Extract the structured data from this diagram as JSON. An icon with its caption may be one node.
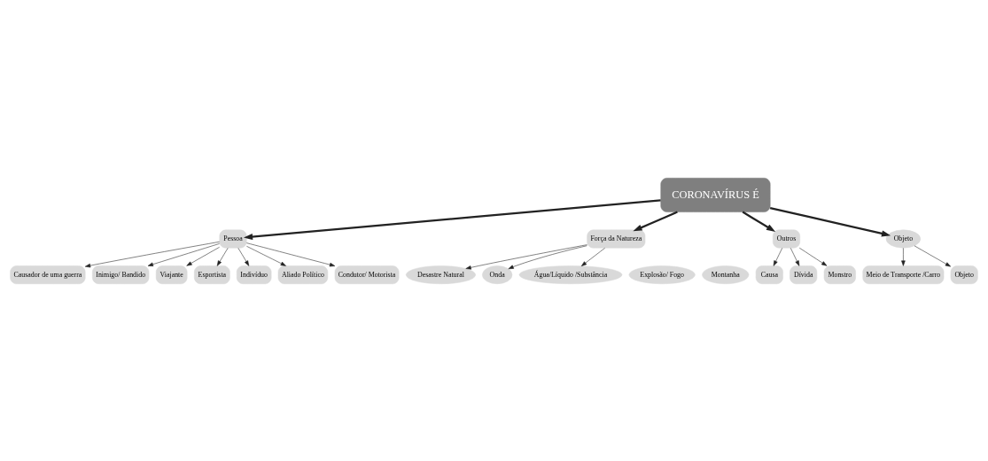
{
  "diagram": {
    "nodes": [
      {
        "text": [
          "CORONAVÍRUS É"
        ]
      },
      {
        "text": [
          "Pessoa"
        ]
      },
      {
        "text": [
          "Força da Natureza"
        ]
      },
      {
        "text": [
          "Outros"
        ]
      },
      {
        "text": [
          "Objeto"
        ]
      },
      {
        "text": [
          "Causador de uma guerra"
        ]
      },
      {
        "text": [
          "Inimigo/ Bandido"
        ]
      },
      {
        "text": [
          "Viajante"
        ]
      },
      {
        "text": [
          "Esportista"
        ]
      },
      {
        "text": [
          "Indivíduo"
        ]
      },
      {
        "text": [
          "Aliado Político"
        ]
      },
      {
        "text": [
          "Condutor/ Motorista"
        ]
      },
      {
        "text": [
          "Desastre Natural"
        ]
      },
      {
        "text": [
          "Onda"
        ]
      },
      {
        "text": [
          "Água/Líquido /Substância"
        ]
      },
      {
        "text": [
          "Explosão/ Fogo"
        ]
      },
      {
        "text": [
          "Montanha"
        ]
      },
      {
        "text": [
          "Causa"
        ]
      },
      {
        "text": [
          "Dívida"
        ]
      },
      {
        "text": [
          "Monstro"
        ]
      },
      {
        "text": [
          "Meio de Transporte /Carro"
        ]
      },
      {
        "text": [
          "Objeto"
        ]
      }
    ],
    "edges": [
      {
        "from": 0,
        "to": 1,
        "arrow": "to",
        "style": "thick"
      },
      {
        "from": 0,
        "to": 2,
        "arrow": "to",
        "style": "thick"
      },
      {
        "from": 0,
        "to": 3,
        "arrow": "to",
        "style": "thick"
      },
      {
        "from": 0,
        "to": 4,
        "arrow": "to",
        "style": "thick"
      },
      {
        "from": 1,
        "to": 5,
        "arrow": "to"
      },
      {
        "from": 1,
        "to": 6,
        "arrow": "to"
      },
      {
        "from": 1,
        "to": 7,
        "arrow": "to"
      },
      {
        "from": 1,
        "to": 8,
        "arrow": "to"
      },
      {
        "from": 1,
        "to": 9,
        "arrow": "to"
      },
      {
        "from": 1,
        "to": 10,
        "arrow": "to"
      },
      {
        "from": 1,
        "to": 11,
        "arrow": "to"
      },
      {
        "from": 2,
        "to": 12,
        "arrow": "to"
      },
      {
        "from": 2,
        "to": 13,
        "arrow": "to"
      },
      {
        "from": 2,
        "to": 14,
        "arrow": "to"
      },
      {
        "from": 3,
        "to": 17,
        "arrow": "to"
      },
      {
        "from": 3,
        "to": 18,
        "arrow": "to"
      },
      {
        "from": 3,
        "to": 19,
        "arrow": "to"
      },
      {
        "from": 4,
        "to": 20,
        "arrow": "to"
      },
      {
        "from": 4,
        "to": 21,
        "arrow": "to"
      }
    ]
  }
}
